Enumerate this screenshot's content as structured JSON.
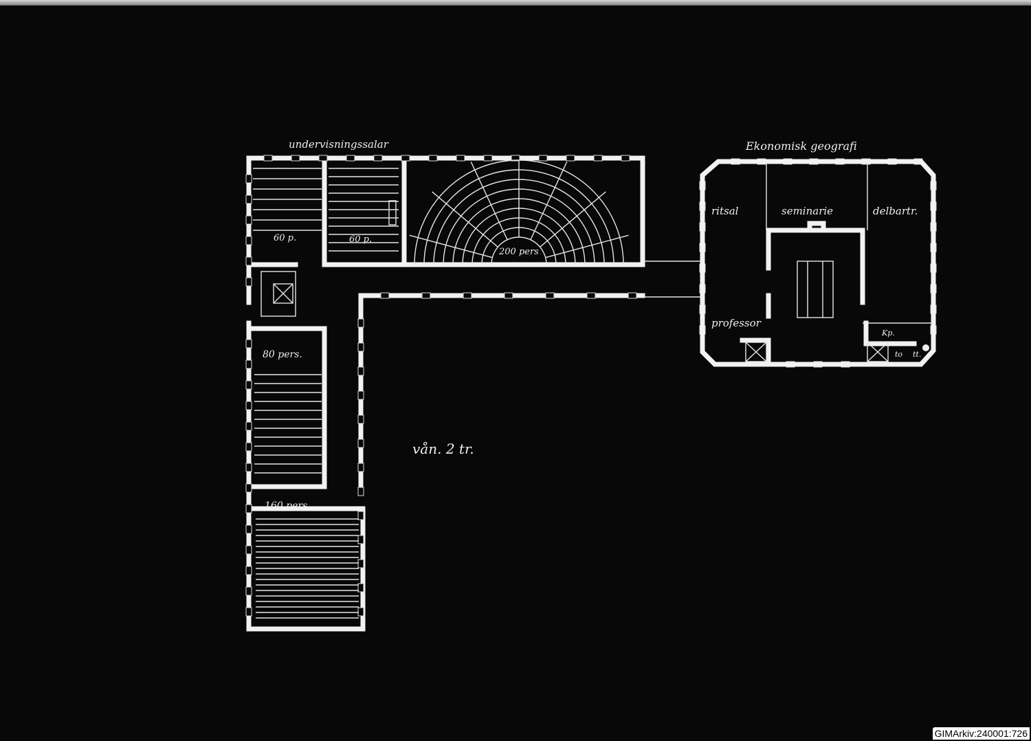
{
  "plan": {
    "left_title": "undervisningssalar",
    "room_60a": "60 p.",
    "room_60b": "60 p.",
    "room_200": "200 pers",
    "room_80": "80 pers.",
    "room_160": "160 pers.",
    "floor_label": "vån. 2 tr.",
    "right_title": "Ekonomisk geografi",
    "ritsal": "ritsal",
    "seminarie": "seminarie",
    "delbartr": "delbartr.",
    "professor": "professor",
    "kp": "Kp.",
    "to": "to",
    "tt": "tt."
  },
  "watermark": "GIMArkiv:240001:726"
}
